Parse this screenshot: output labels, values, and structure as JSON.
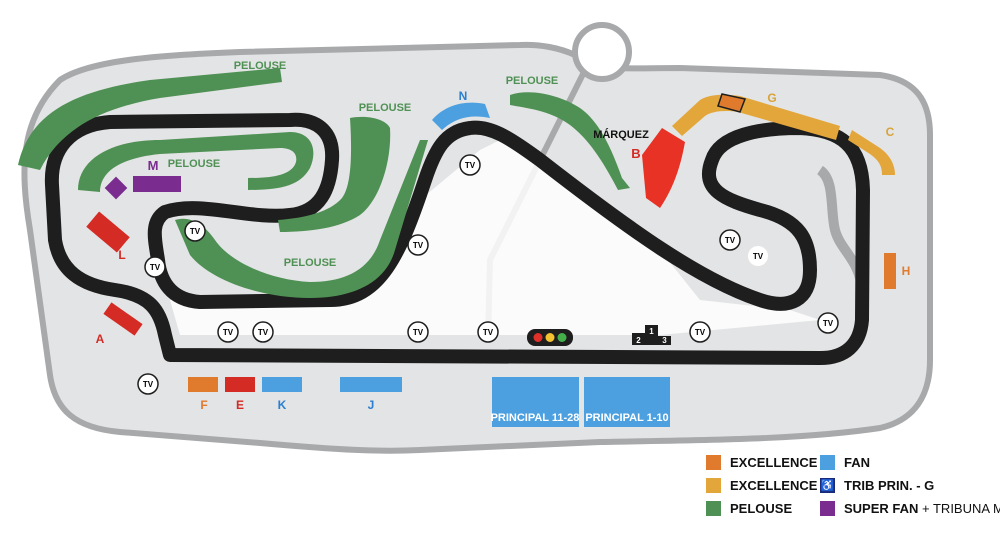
{
  "colors": {
    "excellence_plus": "#e07b2e",
    "excellence": "#e3a63a",
    "pelouse": "#4f9154",
    "fan": "#4ca0e0",
    "super_fan": "#7a2c8f",
    "red_stand": "#d42b25",
    "track": "#1e1e1e",
    "grounds": "#e3e4e5",
    "road": "#a7a9ab",
    "label_red": "#d42b25",
    "label_blue": "#2a7fd0",
    "label_green": "#4f9154",
    "label_gold": "#d8a33a",
    "label_orange": "#e07b2e",
    "label_purple": "#7a2c8f"
  },
  "labels": {
    "pelouse": "PELOUSE",
    "marquez": "MÁRQUEZ",
    "tv": "TV",
    "a": "A",
    "b": "B",
    "c": "C",
    "e": "E",
    "f": "F",
    "g": "G",
    "h": "H",
    "j": "J",
    "k": "K",
    "l": "L",
    "m": "M",
    "n": "N",
    "principal_11_28": "PRINCIPAL 11-28",
    "principal_1_10": "PRINCIPAL 1-10",
    "podium_1": "1",
    "podium_2": "2",
    "podium_3": "3"
  },
  "legend": {
    "excellence_plus": "EXCELLENCE +",
    "excellence": "EXCELLENCE",
    "pelouse": "PELOUSE",
    "fan": "FAN",
    "trib_prin": "TRIB PRIN. - G",
    "super_fan": "SUPER FAN",
    "super_fan_suffix": " + TRIBUNA M",
    "wheelchair_icon": "♿"
  }
}
